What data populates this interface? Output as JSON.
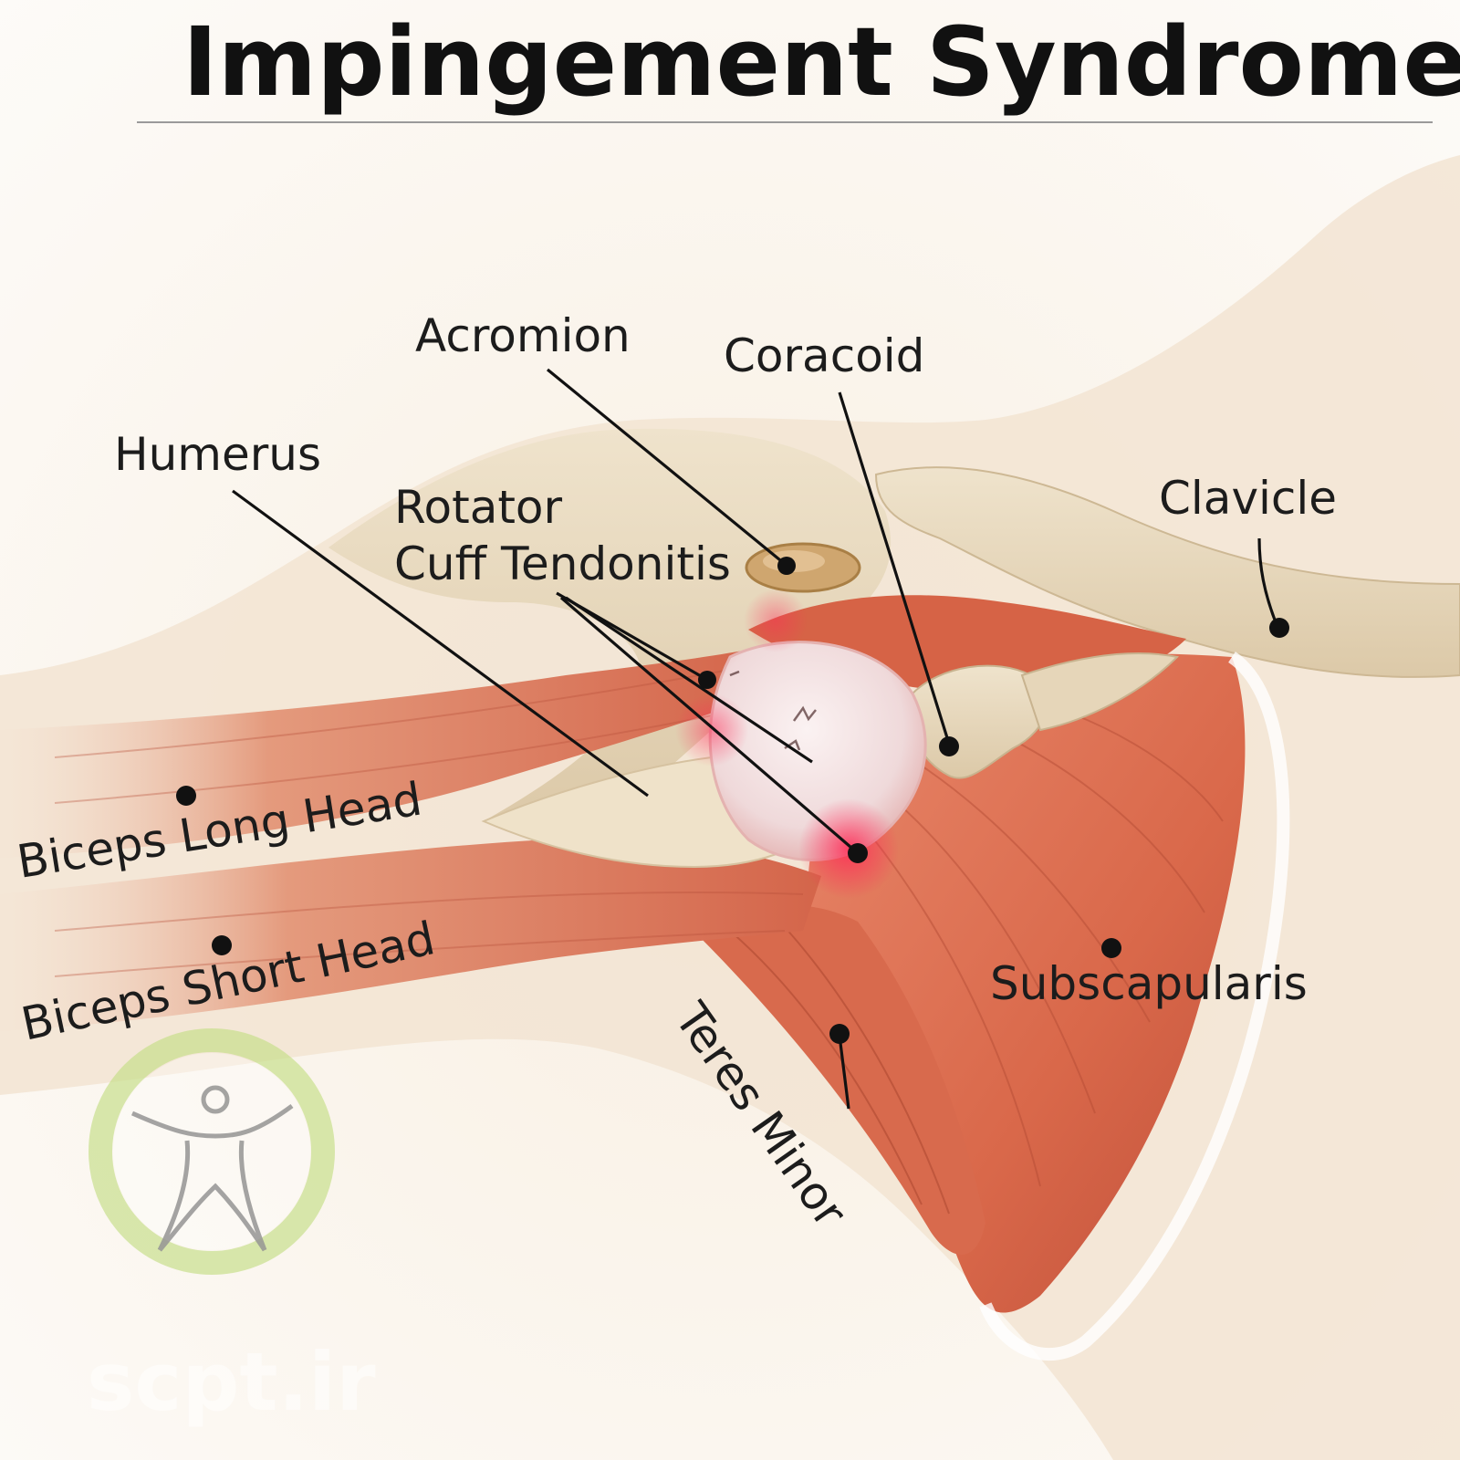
{
  "title": "Impingement Syndrome",
  "labels": {
    "acromion": "Acromion",
    "coracoid": "Coracoid",
    "humerus": "Humerus",
    "rotator_line1": "Rotator",
    "rotator_line2": "Cuff Tendonitis",
    "clavicle": "Clavicle",
    "biceps_long": "Biceps Long Head",
    "biceps_short": "Biceps Short Head",
    "subscapularis": "Subscapularis",
    "teres_minor": "Teres Minor"
  },
  "watermark": {
    "text": "scpt.ir"
  },
  "colors": {
    "background": "#fdfaf6",
    "bone": "#e9dcc4",
    "muscle": "#d9704f",
    "muscle_dark": "#b94a30",
    "inflammation": "#f2305a",
    "watermark_green": "#c7df8a"
  },
  "icons": {
    "watermark_figure": "human-figure-icon"
  }
}
